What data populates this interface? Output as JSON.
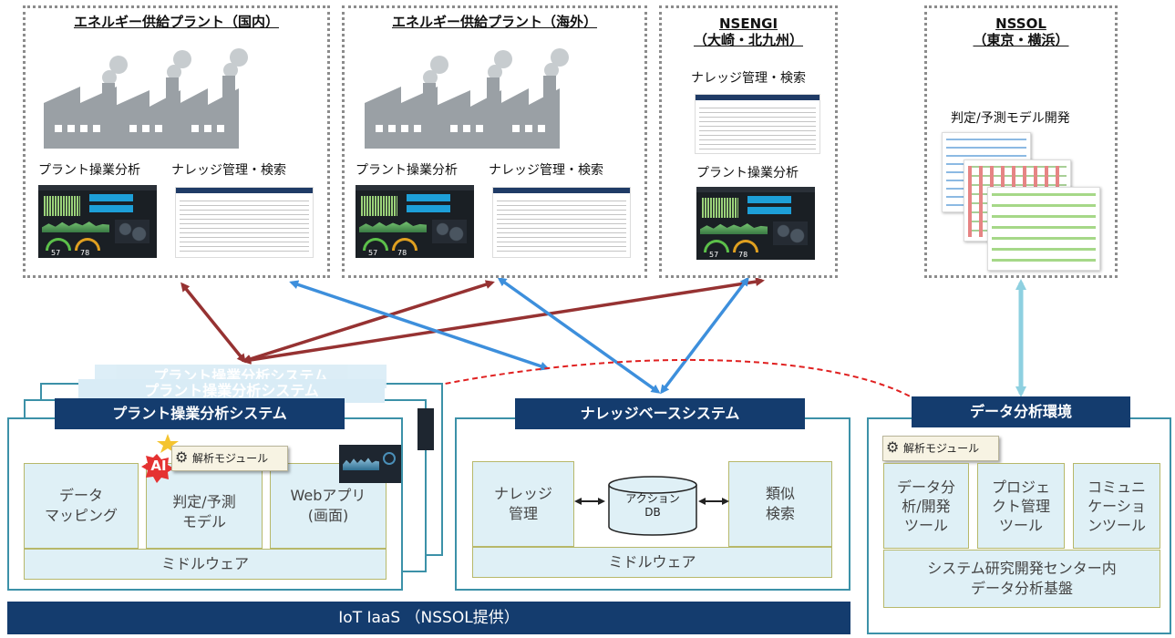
{
  "sites": {
    "domestic": {
      "title": "エネルギー供給プラント（国内）",
      "caption_left": "プラント操業分析",
      "caption_right": "ナレッジ管理・検索"
    },
    "overseas": {
      "title": "エネルギー供給プラント（海外）",
      "caption_left": "プラント操業分析",
      "caption_right": "ナレッジ管理・検索"
    },
    "nsengi": {
      "title_line1": "NSENGI",
      "title_line2": "（大崎・北九州）",
      "caption_top": "ナレッジ管理・検索",
      "caption_bottom": "プラント操業分析"
    },
    "nssol": {
      "title_line1": "NSSOL",
      "title_line2": "（東京・横浜）",
      "caption": "判定/予測モデル開発"
    }
  },
  "dashboard": {
    "gauge_left": "57",
    "gauge_right": "78"
  },
  "plant_system": {
    "title": "プラント操業分析システム",
    "ghost_title_back": "プラント操業分析システム",
    "ghost_title_mid": "プラント操業分析システム",
    "module_label": "解析モジュール",
    "ai_label": "AI",
    "cells": [
      {
        "line1": "データ",
        "line2": "マッピング"
      },
      {
        "line1": "判定/予測",
        "line2": "モデル"
      },
      {
        "line1": "Webアプリ",
        "line2": "(画面)"
      }
    ],
    "middleware": "ミドルウェア"
  },
  "knowledge_system": {
    "title": "ナレッジベースシステム",
    "left": {
      "line1": "ナレッジ",
      "line2": "管理"
    },
    "db": {
      "line1": "アクション",
      "line2": "DB"
    },
    "right": {
      "line1": "類似",
      "line2": "検索"
    },
    "middleware": "ミドルウェア"
  },
  "data_env": {
    "title": "データ分析環境",
    "module_label": "解析モジュール",
    "tools": [
      {
        "line1": "データ分",
        "line2": "析/開発",
        "line3": "ツール"
      },
      {
        "line1": "プロジェ",
        "line2": "クト管理",
        "line3": "ツール"
      },
      {
        "line1": "コミュニ",
        "line2": "ケーショ",
        "line3": "ンツール"
      }
    ],
    "platform": {
      "line1": "システム研究開発センター内",
      "line2": "データ分析基盤"
    }
  },
  "iaas_bar": "IoT IaaS （NSSOL提供）",
  "colors": {
    "navy": "#143c6e",
    "teal": "#3c91a8",
    "cell_fill": "#dff0f6",
    "arrow_red": "#963232",
    "arrow_blue": "#3d8fdc",
    "arrow_light": "#8ed0e0",
    "dashed_red": "#e02020"
  }
}
